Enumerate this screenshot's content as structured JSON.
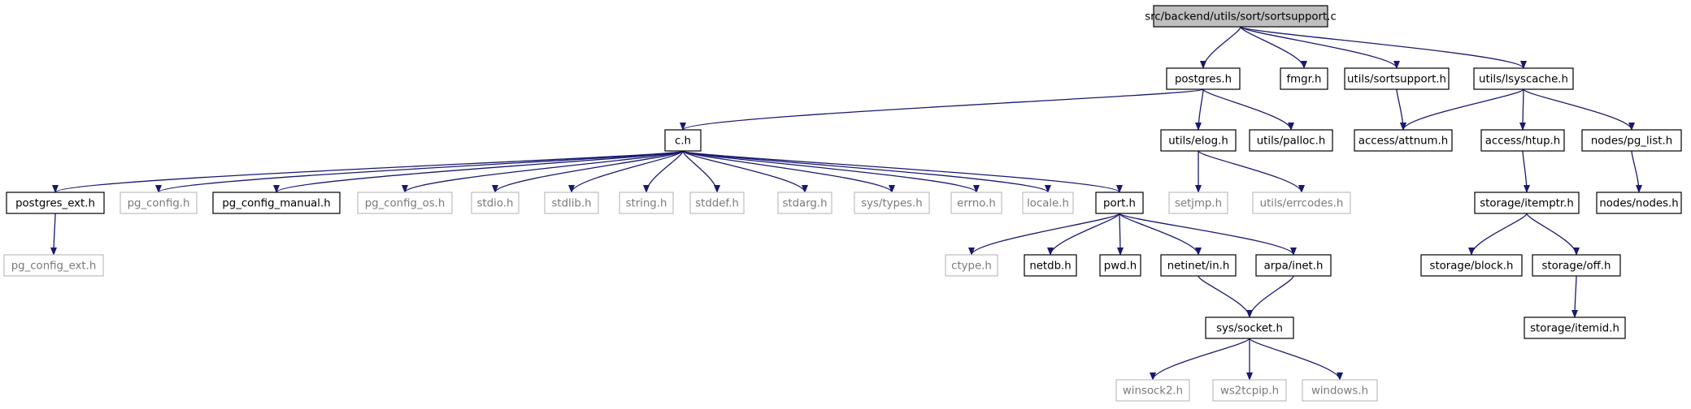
{
  "title": "",
  "colors": {
    "edge": "#191970",
    "documented_border": "#000000",
    "undocumented_border": "#bfbfbf",
    "root_fill": "#bfbfbf",
    "node_fill": "#ffffff",
    "documented_text": "#000000",
    "undocumented_text": "#7a7a7a"
  },
  "nodes": [
    {
      "id": "root",
      "label": "src/backend/utils/sort/sortsupport.c",
      "style": "root"
    },
    {
      "id": "postgres",
      "label": "postgres.h",
      "style": "documented"
    },
    {
      "id": "fmgr",
      "label": "fmgr.h",
      "style": "documented"
    },
    {
      "id": "utils_sortsupport",
      "label": "utils/sortsupport.h",
      "style": "documented"
    },
    {
      "id": "utils_lsyscache",
      "label": "utils/lsyscache.h",
      "style": "documented"
    },
    {
      "id": "c",
      "label": "c.h",
      "style": "documented"
    },
    {
      "id": "utils_elog",
      "label": "utils/elog.h",
      "style": "documented"
    },
    {
      "id": "utils_palloc",
      "label": "utils/palloc.h",
      "style": "documented"
    },
    {
      "id": "access_attnum",
      "label": "access/attnum.h",
      "style": "documented"
    },
    {
      "id": "access_htup",
      "label": "access/htup.h",
      "style": "documented"
    },
    {
      "id": "nodes_pg_list",
      "label": "nodes/pg_list.h",
      "style": "documented"
    },
    {
      "id": "postgres_ext",
      "label": "postgres_ext.h",
      "style": "documented"
    },
    {
      "id": "pg_config",
      "label": "pg_config.h",
      "style": "undocumented"
    },
    {
      "id": "pg_config_manual",
      "label": "pg_config_manual.h",
      "style": "documented"
    },
    {
      "id": "pg_config_os",
      "label": "pg_config_os.h",
      "style": "undocumented"
    },
    {
      "id": "stdio",
      "label": "stdio.h",
      "style": "undocumented"
    },
    {
      "id": "stdlib",
      "label": "stdlib.h",
      "style": "undocumented"
    },
    {
      "id": "string",
      "label": "string.h",
      "style": "undocumented"
    },
    {
      "id": "stddef",
      "label": "stddef.h",
      "style": "undocumented"
    },
    {
      "id": "stdarg",
      "label": "stdarg.h",
      "style": "undocumented"
    },
    {
      "id": "sys_types",
      "label": "sys/types.h",
      "style": "undocumented"
    },
    {
      "id": "errno",
      "label": "errno.h",
      "style": "undocumented"
    },
    {
      "id": "locale",
      "label": "locale.h",
      "style": "undocumented"
    },
    {
      "id": "port",
      "label": "port.h",
      "style": "documented"
    },
    {
      "id": "setjmp",
      "label": "setjmp.h",
      "style": "undocumented"
    },
    {
      "id": "utils_errcodes",
      "label": "utils/errcodes.h",
      "style": "undocumented"
    },
    {
      "id": "storage_itemptr",
      "label": "storage/itemptr.h",
      "style": "documented"
    },
    {
      "id": "nodes_nodes",
      "label": "nodes/nodes.h",
      "style": "documented"
    },
    {
      "id": "pg_config_ext",
      "label": "pg_config_ext.h",
      "style": "undocumented"
    },
    {
      "id": "ctype",
      "label": "ctype.h",
      "style": "undocumented"
    },
    {
      "id": "netdb",
      "label": "netdb.h",
      "style": "documented"
    },
    {
      "id": "pwd",
      "label": "pwd.h",
      "style": "documented"
    },
    {
      "id": "netinet_in",
      "label": "netinet/in.h",
      "style": "documented"
    },
    {
      "id": "arpa_inet",
      "label": "arpa/inet.h",
      "style": "documented"
    },
    {
      "id": "storage_block",
      "label": "storage/block.h",
      "style": "documented"
    },
    {
      "id": "storage_off",
      "label": "storage/off.h",
      "style": "documented"
    },
    {
      "id": "sys_socket",
      "label": "sys/socket.h",
      "style": "documented"
    },
    {
      "id": "storage_itemid",
      "label": "storage/itemid.h",
      "style": "documented"
    },
    {
      "id": "winsock2",
      "label": "winsock2.h",
      "style": "undocumented"
    },
    {
      "id": "ws2tcpip",
      "label": "ws2tcpip.h",
      "style": "undocumented"
    },
    {
      "id": "windows",
      "label": "windows.h",
      "style": "undocumented"
    }
  ],
  "edges": [
    [
      "root",
      "postgres"
    ],
    [
      "root",
      "fmgr"
    ],
    [
      "root",
      "utils_sortsupport"
    ],
    [
      "root",
      "utils_lsyscache"
    ],
    [
      "postgres",
      "c"
    ],
    [
      "postgres",
      "utils_elog"
    ],
    [
      "postgres",
      "utils_palloc"
    ],
    [
      "utils_sortsupport",
      "access_attnum"
    ],
    [
      "utils_lsyscache",
      "access_attnum"
    ],
    [
      "utils_lsyscache",
      "access_htup"
    ],
    [
      "utils_lsyscache",
      "nodes_pg_list"
    ],
    [
      "c",
      "postgres_ext"
    ],
    [
      "c",
      "pg_config"
    ],
    [
      "c",
      "pg_config_manual"
    ],
    [
      "c",
      "pg_config_os"
    ],
    [
      "c",
      "stdio"
    ],
    [
      "c",
      "stdlib"
    ],
    [
      "c",
      "string"
    ],
    [
      "c",
      "stddef"
    ],
    [
      "c",
      "stdarg"
    ],
    [
      "c",
      "sys_types"
    ],
    [
      "c",
      "errno"
    ],
    [
      "c",
      "locale"
    ],
    [
      "c",
      "port"
    ],
    [
      "utils_elog",
      "setjmp"
    ],
    [
      "utils_elog",
      "utils_errcodes"
    ],
    [
      "access_htup",
      "storage_itemptr"
    ],
    [
      "nodes_pg_list",
      "nodes_nodes"
    ],
    [
      "postgres_ext",
      "pg_config_ext"
    ],
    [
      "port",
      "ctype"
    ],
    [
      "port",
      "netdb"
    ],
    [
      "port",
      "pwd"
    ],
    [
      "port",
      "netinet_in"
    ],
    [
      "port",
      "arpa_inet"
    ],
    [
      "storage_itemptr",
      "storage_block"
    ],
    [
      "storage_itemptr",
      "storage_off"
    ],
    [
      "netinet_in",
      "sys_socket"
    ],
    [
      "arpa_inet",
      "sys_socket"
    ],
    [
      "storage_off",
      "storage_itemid"
    ],
    [
      "sys_socket",
      "winsock2"
    ],
    [
      "sys_socket",
      "ws2tcpip"
    ],
    [
      "sys_socket",
      "windows"
    ]
  ]
}
